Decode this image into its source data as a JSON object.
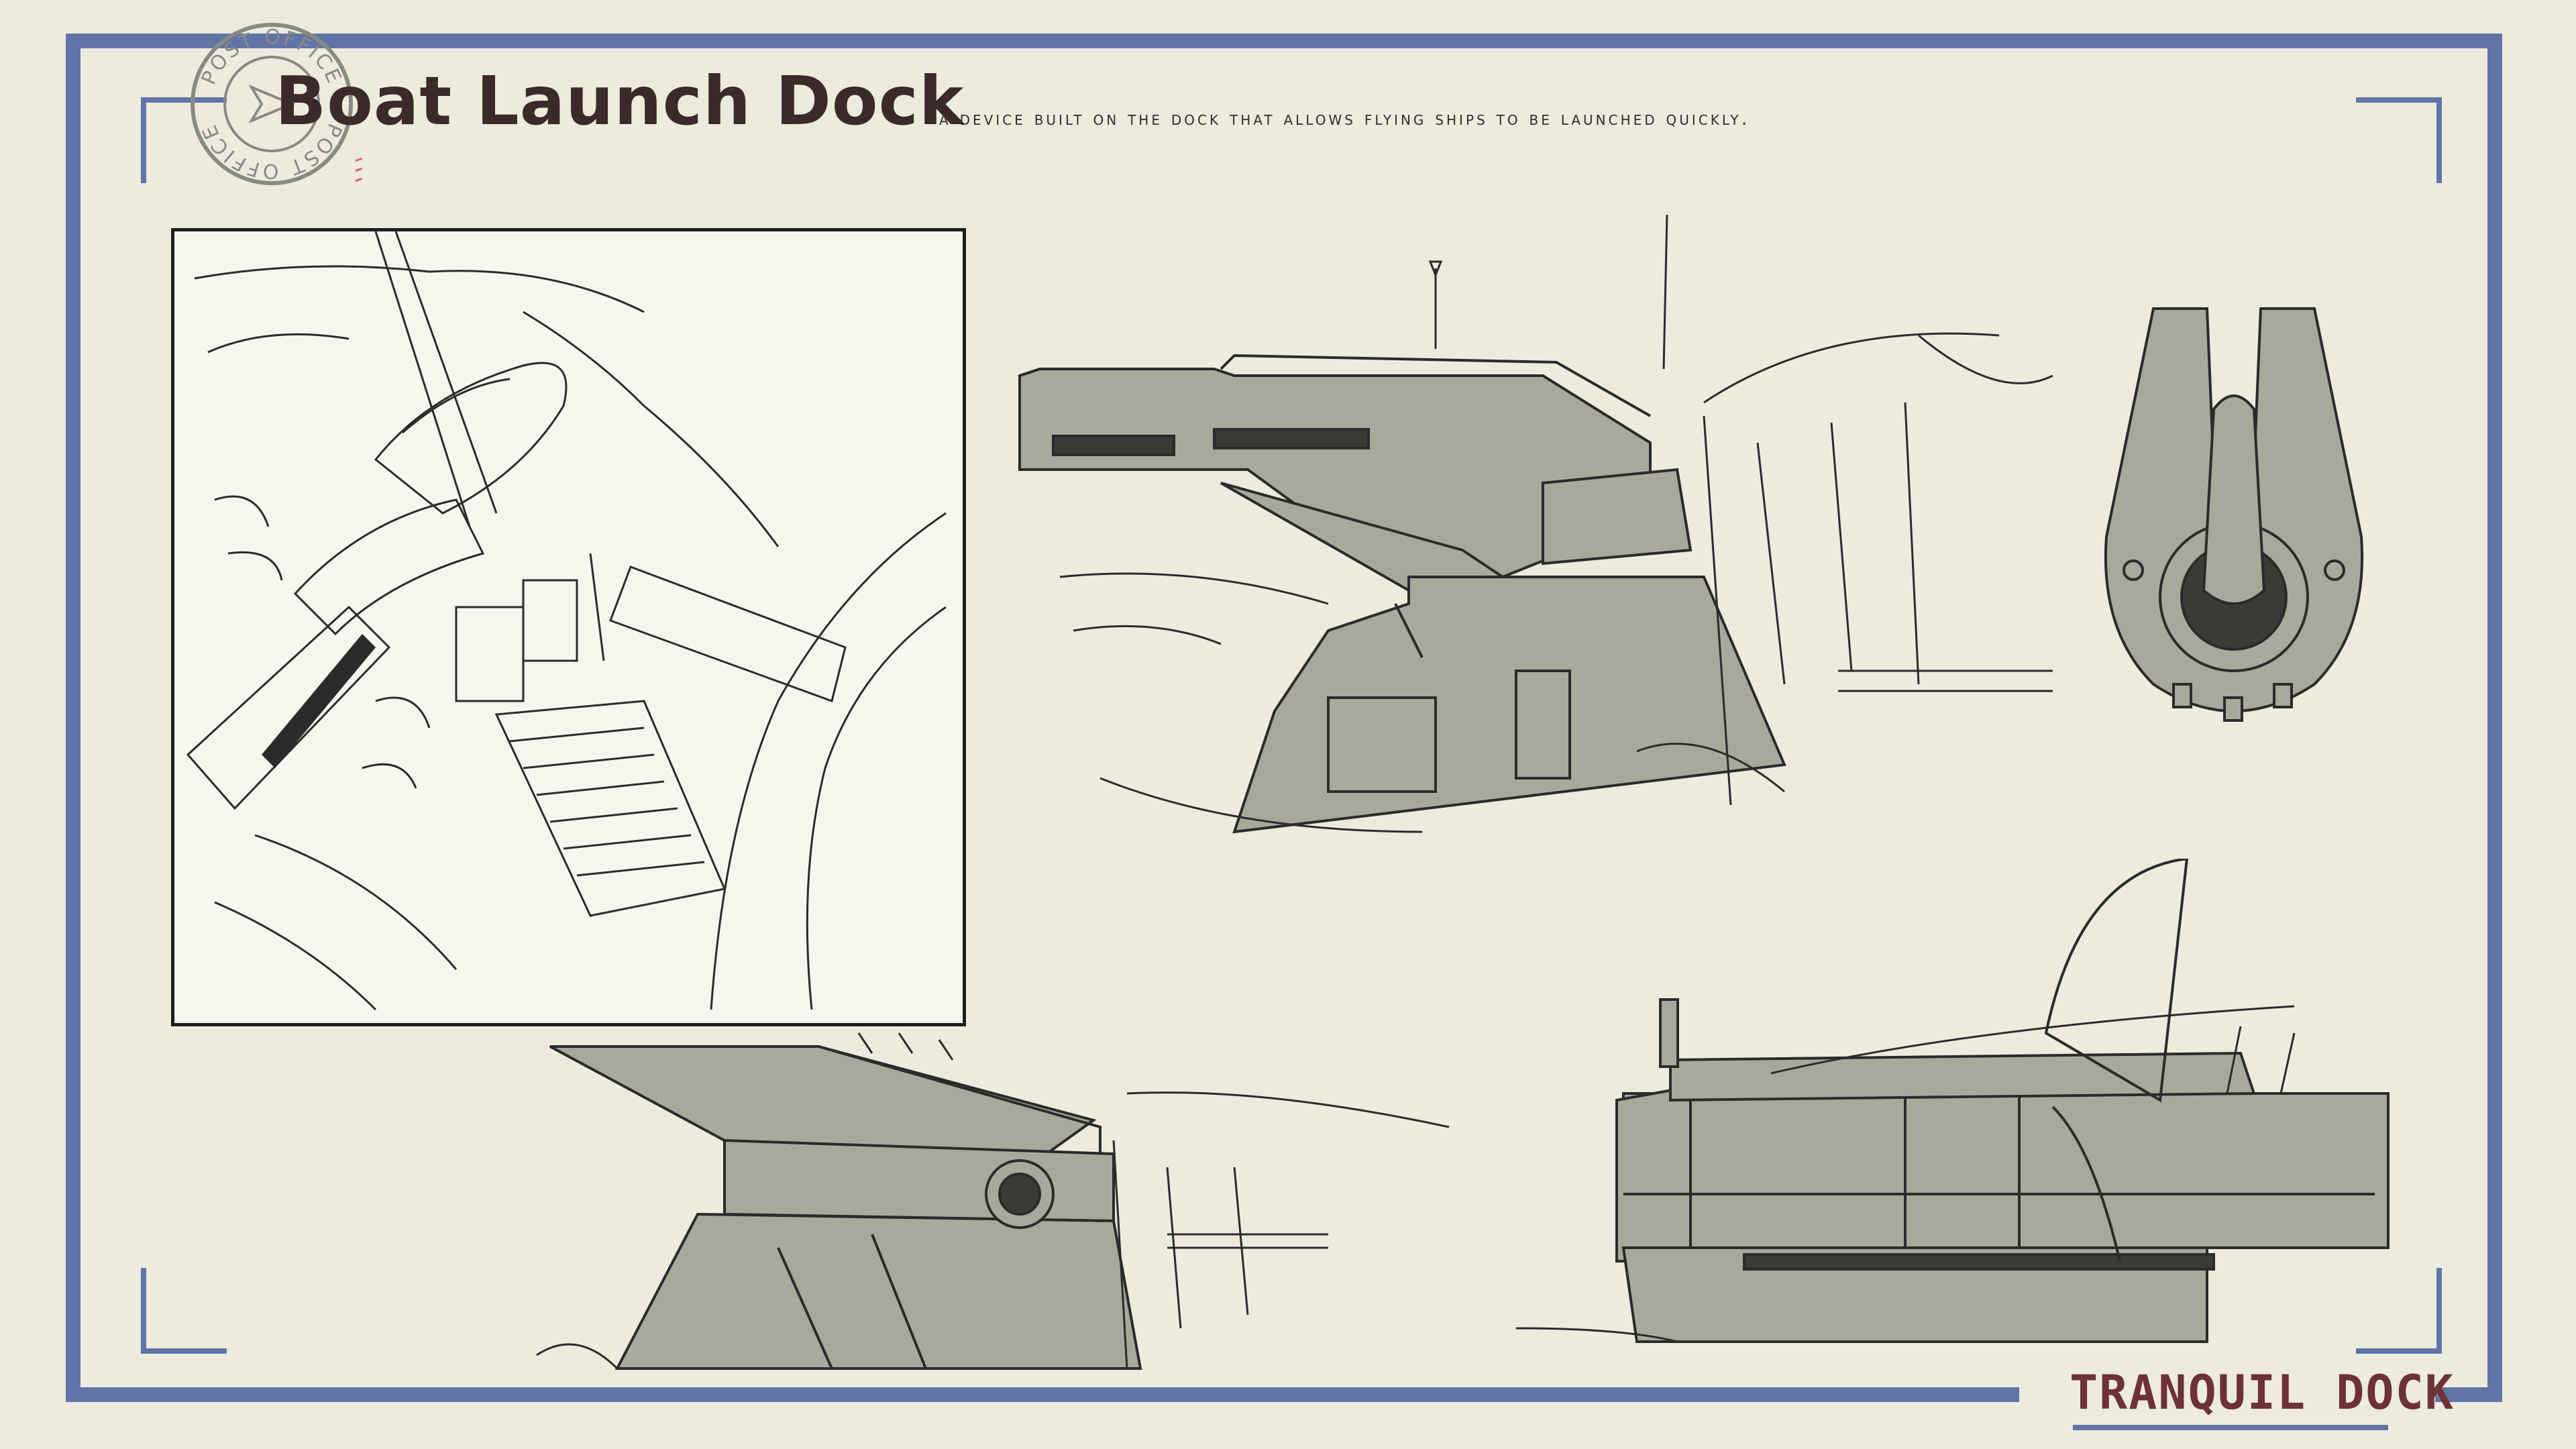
{
  "header": {
    "title": "Boat Launch Dock",
    "subtitle": "A device built on the dock that allows flying ships to be launched quickly."
  },
  "stamp": {
    "text_top": "POST OFFICE",
    "text_bottom": "POST OFFICE"
  },
  "logo": {
    "text": "TRANQUIL DOCK"
  },
  "colors": {
    "background": "#ecebdd",
    "frame": "#6274a7",
    "title": "#3a2a2a",
    "logo": "#6d3236",
    "fill": "#a9a89c",
    "stroke": "#2b2b2b"
  }
}
